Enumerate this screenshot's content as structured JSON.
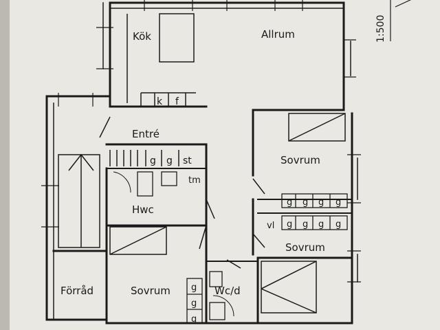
{
  "plan": {
    "scale": "1:500",
    "rooms": {
      "kok": "Kök",
      "allrum": "Allrum",
      "entre": "Entré",
      "hwc": "Hwc",
      "sovrum_1": "Sovrum",
      "sovrum_2": "Sovrum",
      "sovrum_3": "Sovrum",
      "forrad": "Förråd",
      "wcd": "Wc/d"
    },
    "storage_marks": {
      "k": "k",
      "f": "f",
      "g": "g",
      "st": "st",
      "tm": "tm",
      "vl": "vl"
    }
  },
  "colors": {
    "paper": "#e9e8e3",
    "ink": "#1a1a1a",
    "background": "#d9d8d3"
  }
}
